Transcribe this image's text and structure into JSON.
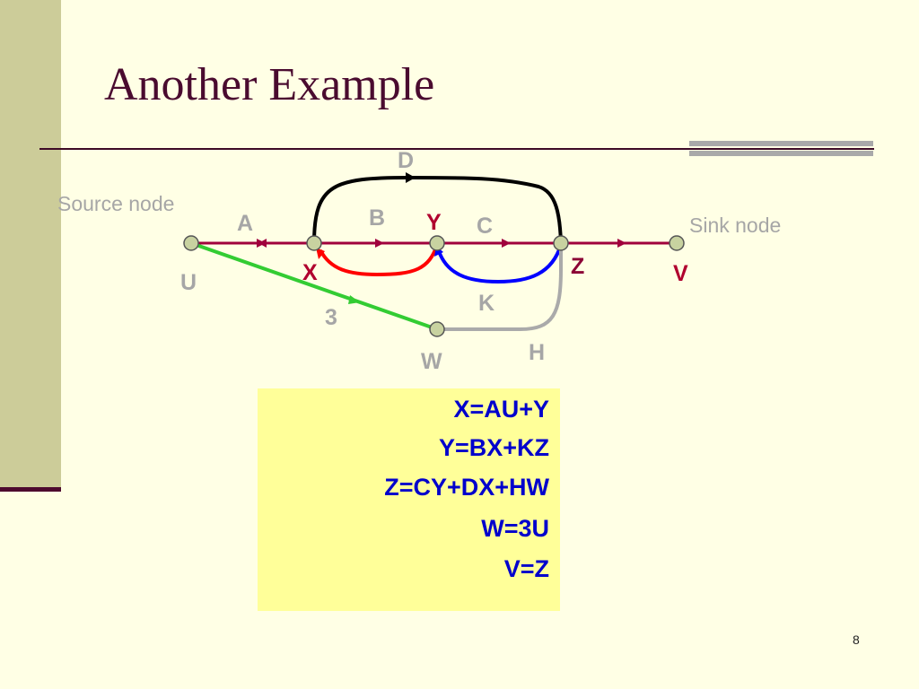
{
  "slide": {
    "title": "Another Example",
    "page_number": "8"
  },
  "diagram": {
    "annotations": {
      "source": "Source node",
      "sink": "Sink node"
    },
    "nodes": [
      {
        "id": "U",
        "label": "U"
      },
      {
        "id": "X",
        "label": "X"
      },
      {
        "id": "Y",
        "label": "Y"
      },
      {
        "id": "Z",
        "label": "Z"
      },
      {
        "id": "V",
        "label": "V"
      },
      {
        "id": "W",
        "label": "W"
      }
    ],
    "edges": [
      {
        "from": "U",
        "to": "X",
        "label": "A"
      },
      {
        "from": "X",
        "to": "Y",
        "label": "B"
      },
      {
        "from": "Y",
        "to": "Z",
        "label": "C"
      },
      {
        "from": "X",
        "to": "Z",
        "label": "D"
      },
      {
        "from": "Y",
        "to": "X",
        "label": ""
      },
      {
        "from": "Z",
        "to": "Y",
        "label": "K"
      },
      {
        "from": "U",
        "to": "W",
        "label": "3"
      },
      {
        "from": "W",
        "to": "Z",
        "label": "H"
      },
      {
        "from": "Z",
        "to": "V",
        "label": ""
      }
    ],
    "colors": {
      "main_path": "#A0003C",
      "d_edge": "#000000",
      "red_edge": "#FF0000",
      "k_edge": "#0000FF",
      "green_edge": "#33CC33",
      "h_edge": "#AAAAAA",
      "node_fill": "#C8D2A0"
    }
  },
  "equations": [
    "X=AU+Y",
    "Y=BX+KZ",
    "Z=CY+DX+HW",
    "W=3U",
    "V=Z"
  ]
}
